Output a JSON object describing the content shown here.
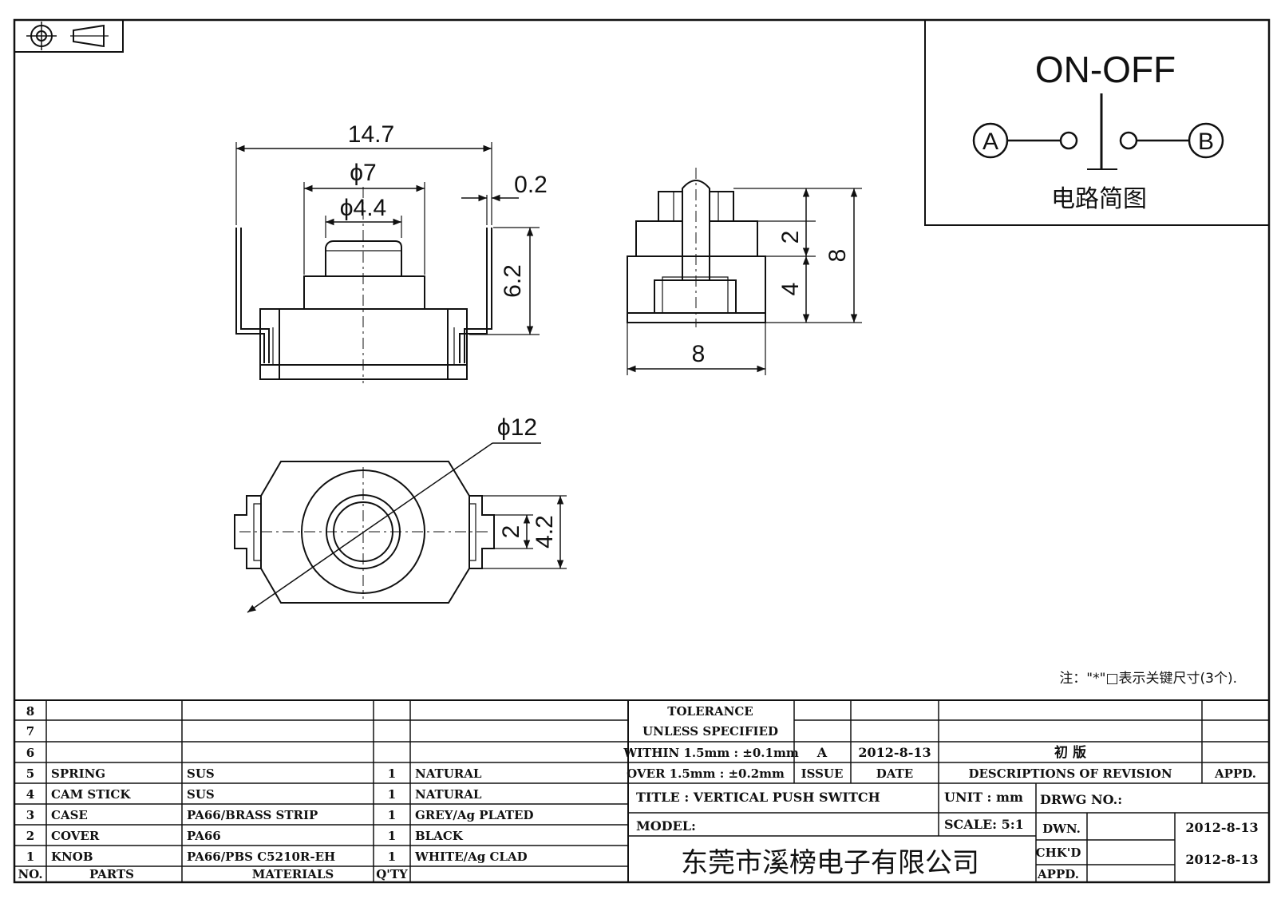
{
  "circuit": {
    "title": "ON-OFF",
    "terminal_a": "A",
    "terminal_b": "B",
    "caption": "电路简图"
  },
  "front_view": {
    "width_total": "14.7",
    "dia_cover": "ϕ7",
    "dia_knob": "ϕ4.4",
    "gap": "0.2",
    "height": "6.2"
  },
  "side_view": {
    "dim_2": "2",
    "dim_4": "4",
    "dim_8_height": "8",
    "dim_8_width": "8"
  },
  "top_view": {
    "dia_outer": "ϕ12",
    "dim_2": "2",
    "dim_4_2": "4.2"
  },
  "note": "注：\"*\"□表示关键尺寸(3个).",
  "parts_table": {
    "header": {
      "no": "NO.",
      "parts": "PARTS",
      "materials": "MATERIALS",
      "qty": "Q'TY"
    },
    "rows": [
      {
        "no": "8",
        "part": "",
        "material": "",
        "qty": "",
        "finish": ""
      },
      {
        "no": "7",
        "part": "",
        "material": "",
        "qty": "",
        "finish": ""
      },
      {
        "no": "6",
        "part": "",
        "material": "",
        "qty": "",
        "finish": ""
      },
      {
        "no": "5",
        "part": "SPRING",
        "material": "SUS",
        "qty": "1",
        "finish": "NATURAL"
      },
      {
        "no": "4",
        "part": "CAM STICK",
        "material": "SUS",
        "qty": "1",
        "finish": "NATURAL"
      },
      {
        "no": "3",
        "part": "CASE",
        "material": "PA66/BRASS STRIP",
        "qty": "1",
        "finish": "GREY/Ag PLATED"
      },
      {
        "no": "2",
        "part": "COVER",
        "material": "PA66",
        "qty": "1",
        "finish": "BLACK"
      },
      {
        "no": "1",
        "part": "KNOB",
        "material": "PA66/PBS C5210R-EH",
        "qty": "1",
        "finish": "WHITE/Ag CLAD"
      }
    ]
  },
  "tolerance": {
    "line1": "TOLERANCE",
    "line2": "UNLESS  SPECIFIED",
    "line3": "WITHIN 1.5mm : ±0.1mm",
    "line4": "OVER 1.5mm : ±0.2mm"
  },
  "revision": {
    "issue": "A",
    "date": "2012-8-13",
    "description": "初  版",
    "issue_label": "ISSUE",
    "date_label": "DATE",
    "desc_label": "DESCRIPTIONS OF REVISION",
    "appd_label": "APPD."
  },
  "title_block": {
    "title": "TITLE :  VERTICAL PUSH SWITCH",
    "unit": "UNIT :  mm",
    "drwg_no": "DRWG NO.:",
    "model": "MODEL:",
    "scale": "SCALE:  5:1",
    "dwn_label": "DWN.",
    "dwn_date": "2012-8-13",
    "chkd_label": "CHK'D",
    "chkd_date": "2012-8-13",
    "appd_label": "APPD.",
    "company": "东莞市溪榜电子有限公司"
  }
}
